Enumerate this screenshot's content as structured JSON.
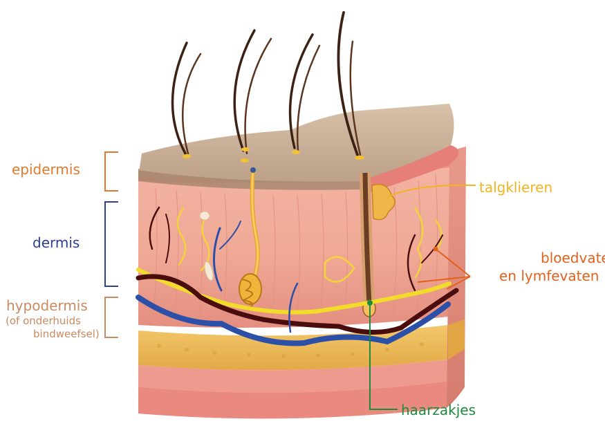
{
  "labels": {
    "epidermis": "epidermis",
    "dermis": "dermis",
    "hypodermis_line1": "hypodermis",
    "hypodermis_line2": "(of onderhuids",
    "hypodermis_line3": "bindweefsel)",
    "talgklieren": "talgklieren",
    "bloedvaten_line1": "bloedvaten",
    "bloedvaten_line2": "en lymfevaten",
    "haarzakjes": "haarzakjes"
  },
  "colors": {
    "epidermis": "#e07a2c",
    "dermis": "#2b3f8c",
    "hypodermis": "#c98a60",
    "talgklieren": "#f2b31f",
    "bloedvaten": "#e2621c",
    "haarzakjes": "#1d8a3c"
  }
}
